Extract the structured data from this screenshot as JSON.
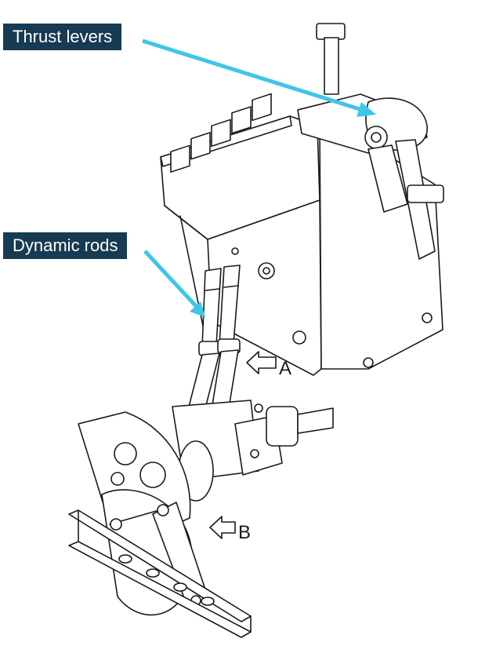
{
  "callouts": {
    "thrust_levers": "Thrust levers",
    "dynamic_rods": "Dynamic rods"
  },
  "view_markers": {
    "a": "A",
    "b": "B"
  },
  "colors": {
    "label_background": "#163b52",
    "label_text": "#ffffff",
    "leader_line": "#3ec6e8",
    "line_art": "#1a1a1a"
  }
}
